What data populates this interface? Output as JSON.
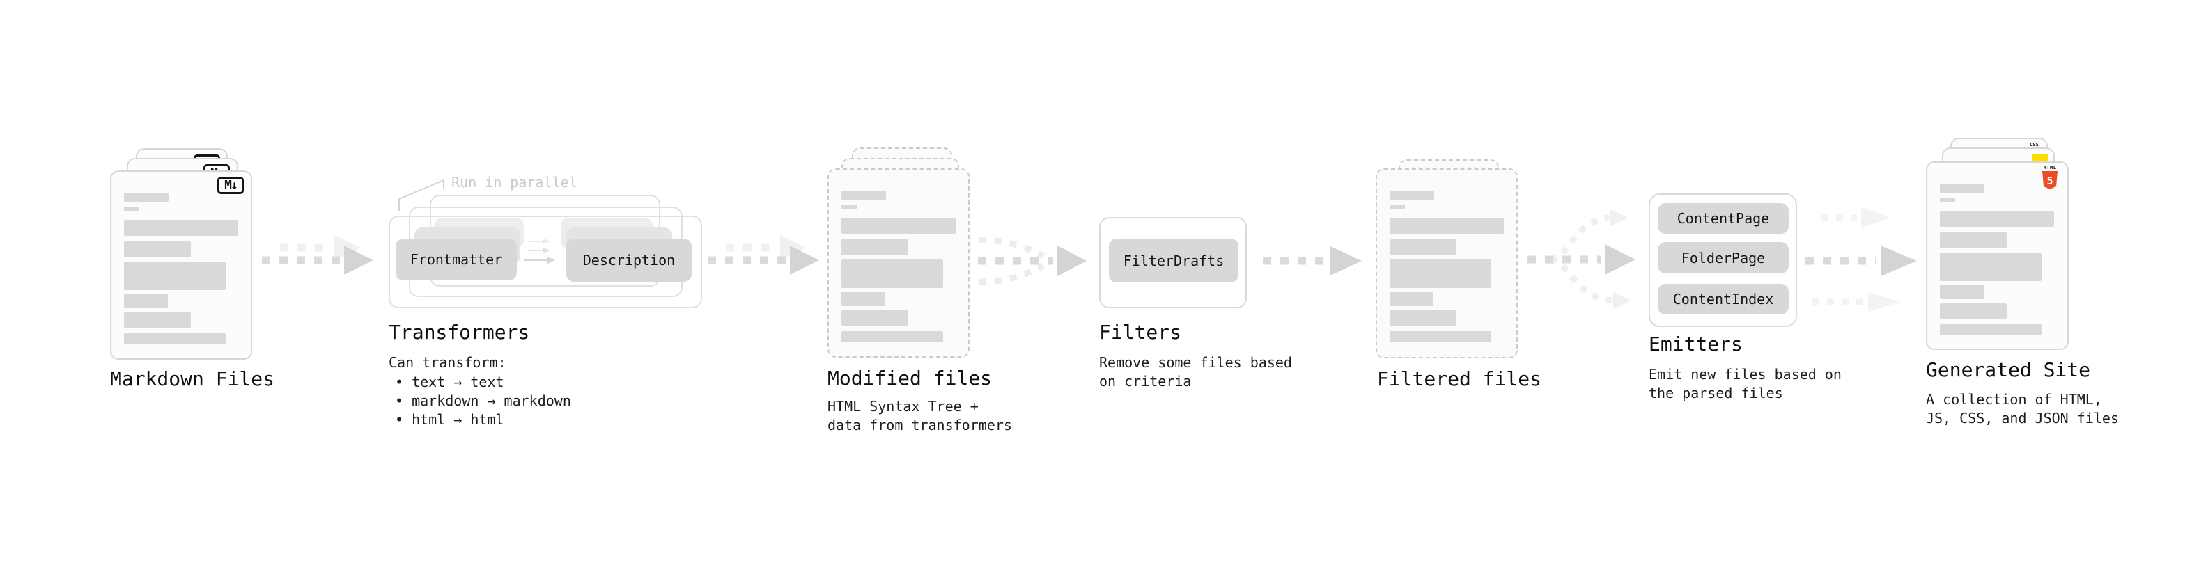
{
  "diagram": {
    "stages": {
      "markdown_files": {
        "label": "Markdown Files",
        "file_badge": "M↓"
      },
      "transformers": {
        "label": "Transformers",
        "parallel_note": "Run in parallel",
        "step1": "Frontmatter",
        "step2": "Description",
        "caption_title": "Can transform:",
        "bullets": [
          "• text → text",
          "• markdown → markdown",
          "• html → html"
        ]
      },
      "modified_files": {
        "label": "Modified files",
        "caption": [
          "HTML Syntax Tree +",
          "data from transformers"
        ]
      },
      "filters": {
        "label": "Filters",
        "box": "FilterDrafts",
        "caption": [
          "Remove some files based",
          "on criteria"
        ]
      },
      "filtered_files": {
        "label": "Filtered files"
      },
      "emitters": {
        "label": "Emitters",
        "boxes": [
          "ContentPage",
          "FolderPage",
          "ContentIndex"
        ],
        "caption": [
          "Emit new files based on",
          "the parsed files"
        ]
      },
      "generated_site": {
        "label": "Generated Site",
        "caption": [
          "A collection of HTML,",
          "JS, CSS, and JSON files"
        ],
        "css_badge": "CSS",
        "html_badge_word": "HTML",
        "html_badge_number": "5"
      }
    },
    "colors": {
      "accent_orange": "#E94E27",
      "accent_yellow": "#FFDE00",
      "accent_blue": "#2B6BEA"
    }
  }
}
